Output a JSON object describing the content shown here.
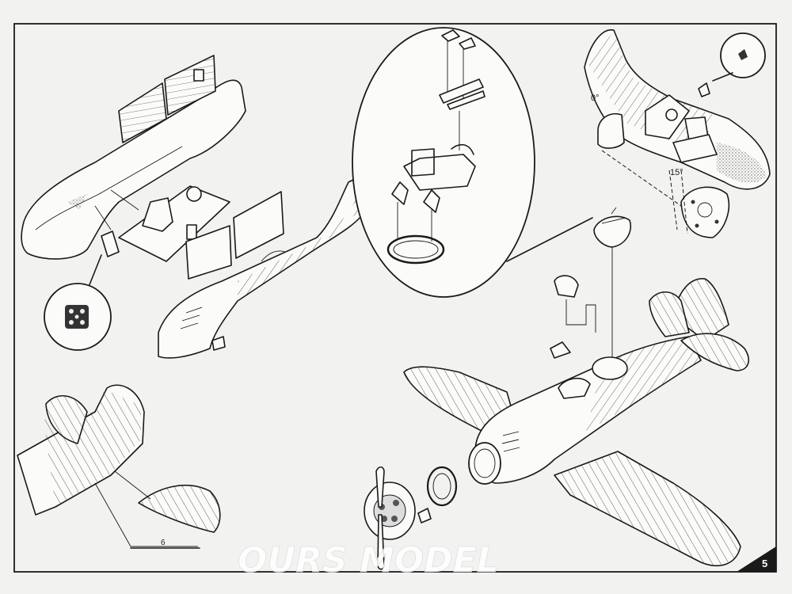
{
  "page": {
    "number": "5",
    "watermark": "OURS MODEL"
  },
  "callouts": {
    "angle_zero": "0°",
    "angle_fifteen": "15°",
    "part_number": "6"
  },
  "colors": {
    "paper": "#f2f2f0",
    "ink": "#1a1a1a",
    "watermark": "#ffffff"
  }
}
